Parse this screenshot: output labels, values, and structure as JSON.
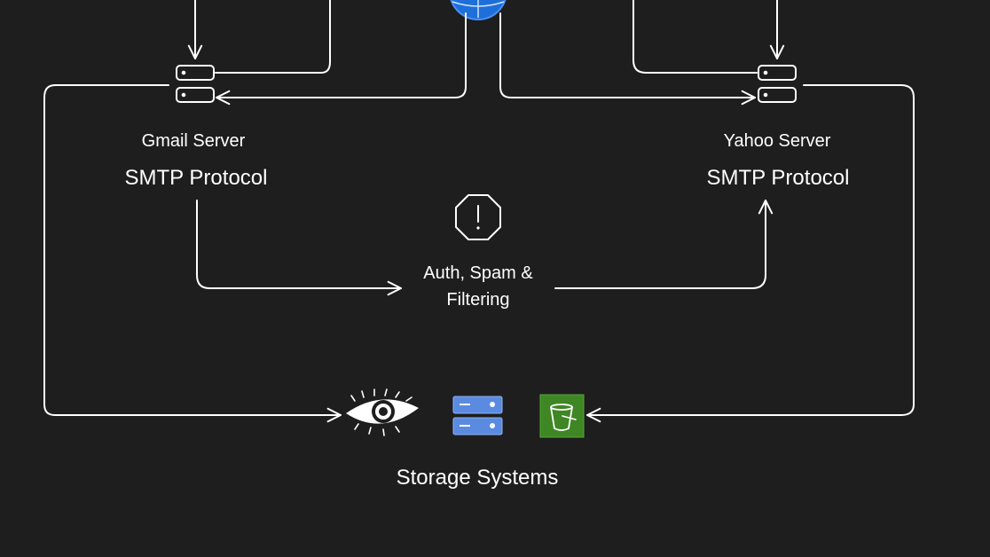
{
  "colors": {
    "background": "#1e1e1e",
    "stroke": "#ffffff",
    "globe": "#1e6fd9",
    "server_blue": "#5a8be0",
    "bucket_green": "#3f8624"
  },
  "gmail": {
    "name": "Gmail Server",
    "protocol": "SMTP Protocol",
    "icon": "server-stack-icon"
  },
  "yahoo": {
    "name": "Yahoo Server",
    "protocol": "SMTP Protocol",
    "icon": "server-stack-icon"
  },
  "filter": {
    "line1": "Auth, Spam &",
    "line2": "Filtering",
    "icon": "alert-octagon-icon"
  },
  "storage": {
    "label": "Storage Systems",
    "icons": [
      "eye-icon",
      "blue-server-icon",
      "s3-bucket-icon"
    ]
  },
  "top": {
    "icon": "globe-icon"
  }
}
